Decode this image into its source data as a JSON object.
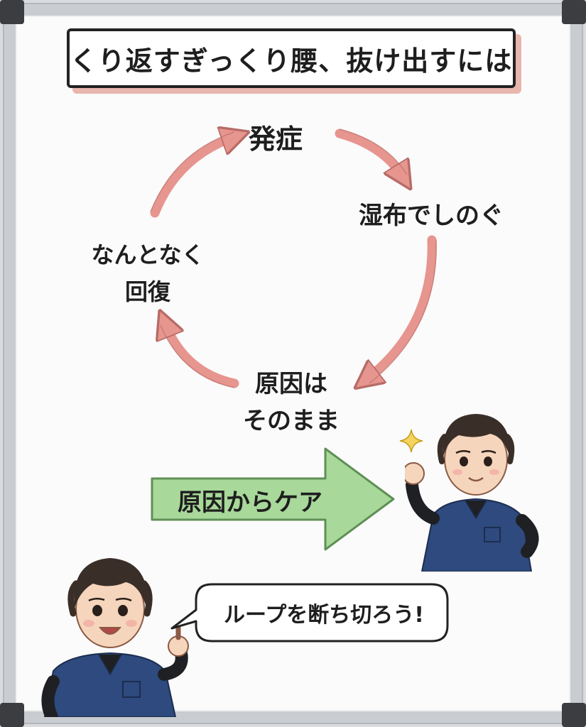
{
  "title": "くり返すぎっくり腰、抜け出すには",
  "cycle": {
    "onset": "発症",
    "patch": "湿布でしのぐ",
    "recover_line1": "なんとなく",
    "recover_line2": "回復",
    "cause_line1": "原因は",
    "cause_line2": "そのまま"
  },
  "solution_label": "原因からケア",
  "speech": "ループを断ち切ろう!",
  "colors": {
    "cycle_arrow": "#e7958f",
    "green_arrow": "#a8d89a",
    "scrubs": "#2e4a7e",
    "hair": "#3a2e28"
  }
}
